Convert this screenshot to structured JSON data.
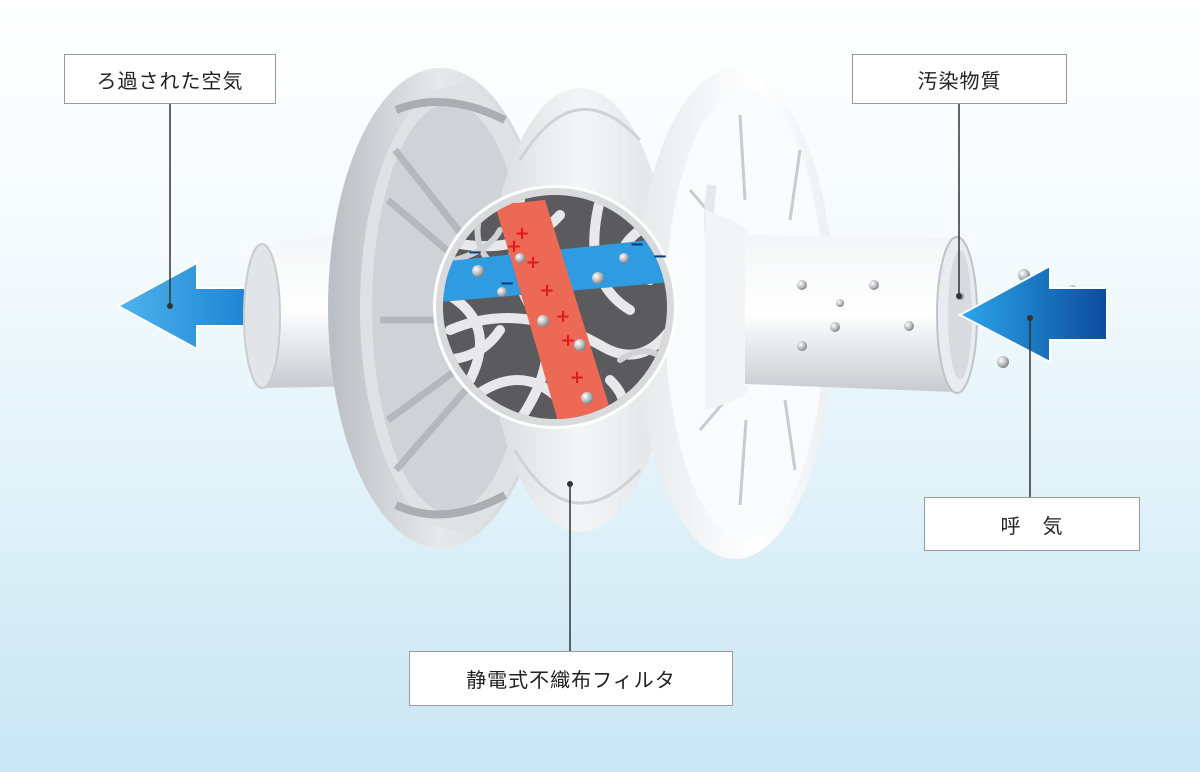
{
  "labels": {
    "filtered_air": "ろ過された空気",
    "contaminant": "汚染物質",
    "exhale": "呼　気",
    "filter": "静電式不織布フィルタ"
  },
  "inset_signs": {
    "positive": "+",
    "negative": "−"
  },
  "colors": {
    "background_top": "#ffffff",
    "background_bottom": "#c9e6f3",
    "arrow_blue": "#2a8fd6",
    "arrow_blue_dark": "#0c4d9c",
    "positive_fiber": "#ec6a55",
    "negative_fiber": "#2f9be0",
    "plus_sign": "#e11b1b",
    "leader_line": "#333333"
  },
  "icons": [
    "left-arrow-icon",
    "right-arrow-icon",
    "particle-icon"
  ]
}
